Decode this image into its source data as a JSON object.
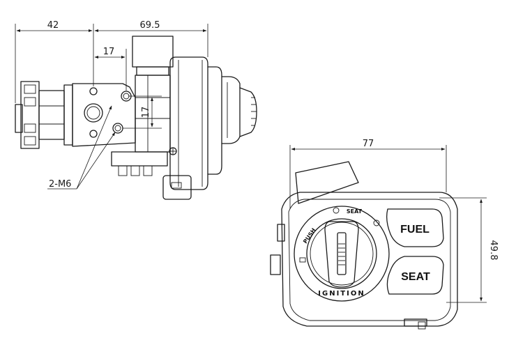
{
  "dimensions": {
    "d42": "42",
    "d69_5": "69.5",
    "d17_h": "17",
    "d17_v": "17",
    "d77": "77",
    "d49_8": "49.8",
    "callout": "2-M6"
  },
  "switch_labels": {
    "fuel": "FUEL",
    "seat_button": "SEAT",
    "ignition": "IGNITION",
    "push": "PUSH",
    "seat_small": "SEAT"
  }
}
